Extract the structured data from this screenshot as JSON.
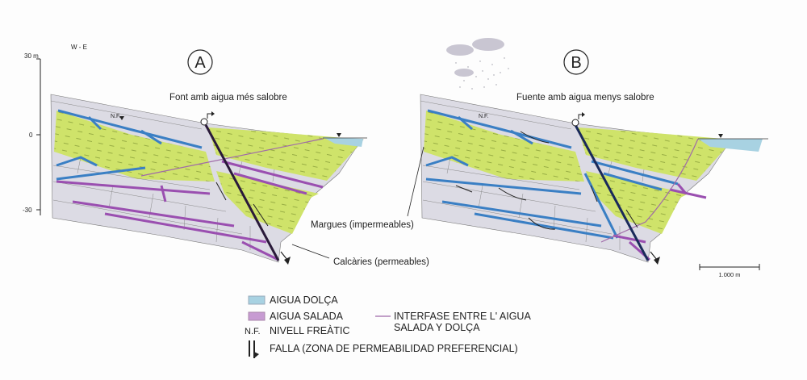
{
  "axis": {
    "top": "30 m",
    "zero": "0",
    "bottom": "-30",
    "direction": "W - E"
  },
  "panels": [
    {
      "letter": "A",
      "title": "Font amb aigua més salobre",
      "nf": "N.F."
    },
    {
      "letter": "B",
      "title": "Fuente amb aigua menys salobre",
      "nf": "N.F."
    }
  ],
  "labels": {
    "margues": "Margues (impermeables)",
    "calcaries": "Calcàries (permeables)"
  },
  "scale": {
    "label": "1.000 m"
  },
  "legend": {
    "fresh": "AIGUA DOLÇA",
    "salt": "AIGUA SALADA",
    "nf_abbr": "N.F.",
    "nf": "NIVELL FREÀTIC",
    "interface_1": "INTERFASE ENTRE L' AIGUA",
    "interface_2": "SALADA Y DOLÇA",
    "fault": "FALLA (ZONA DE PERMEABILIDAD PREFERENCIAL)"
  },
  "colors": {
    "marl": "#cfe36a",
    "limestone": "#dcdbe4",
    "fresh": "#3a7fc4",
    "salt": "#9a4fb0",
    "legend_fresh": "#a8d2e2",
    "legend_salt": "#c79bd2",
    "interface": "#a06aa8"
  }
}
